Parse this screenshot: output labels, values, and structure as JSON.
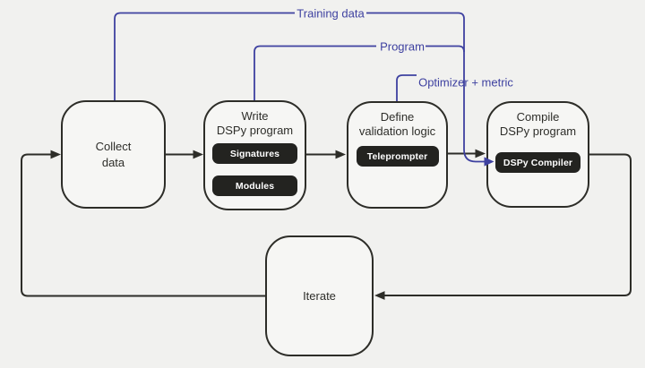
{
  "diagram": {
    "nodes": {
      "collect": {
        "line1": "Collect",
        "line2": "data"
      },
      "write": {
        "line1": "Write",
        "line2": "DSPy program",
        "chips": [
          "Signatures",
          "Modules"
        ]
      },
      "define": {
        "line1": "Define",
        "line2": "validation logic",
        "chips": [
          "Teleprompter"
        ]
      },
      "compile": {
        "line1": "Compile",
        "line2": "DSPy program",
        "chips": [
          "DSPy Compiler"
        ]
      },
      "iterate": {
        "line1": "Iterate"
      }
    },
    "edge_labels": {
      "training_data": "Training data",
      "program": "Program",
      "optimizer_metric": "Optimizer + metric"
    },
    "edges": [
      {
        "from": "collect-data",
        "to": "write-dspy-program"
      },
      {
        "from": "write-dspy-program",
        "to": "define-validation-logic"
      },
      {
        "from": "define-validation-logic",
        "to": "compile-dspy-program"
      },
      {
        "from": "compile-dspy-program",
        "to": "iterate"
      },
      {
        "from": "iterate",
        "to": "collect-data"
      },
      {
        "from": "collect-data",
        "to": "dspy-compiler",
        "label": "Training data"
      },
      {
        "from": "write-dspy-program",
        "to": "dspy-compiler",
        "label": "Program"
      },
      {
        "from": "define-validation-logic",
        "to": "dspy-compiler",
        "label": "Optimizer + metric"
      }
    ],
    "colors": {
      "background": "#f1f1ef",
      "node_fill": "#f6f6f4",
      "node_border": "#2d2d28",
      "chip_fill": "#232320",
      "chip_text": "#ffffff",
      "accent_blue": "#3e41a0",
      "text": "#2e2e2a"
    }
  }
}
